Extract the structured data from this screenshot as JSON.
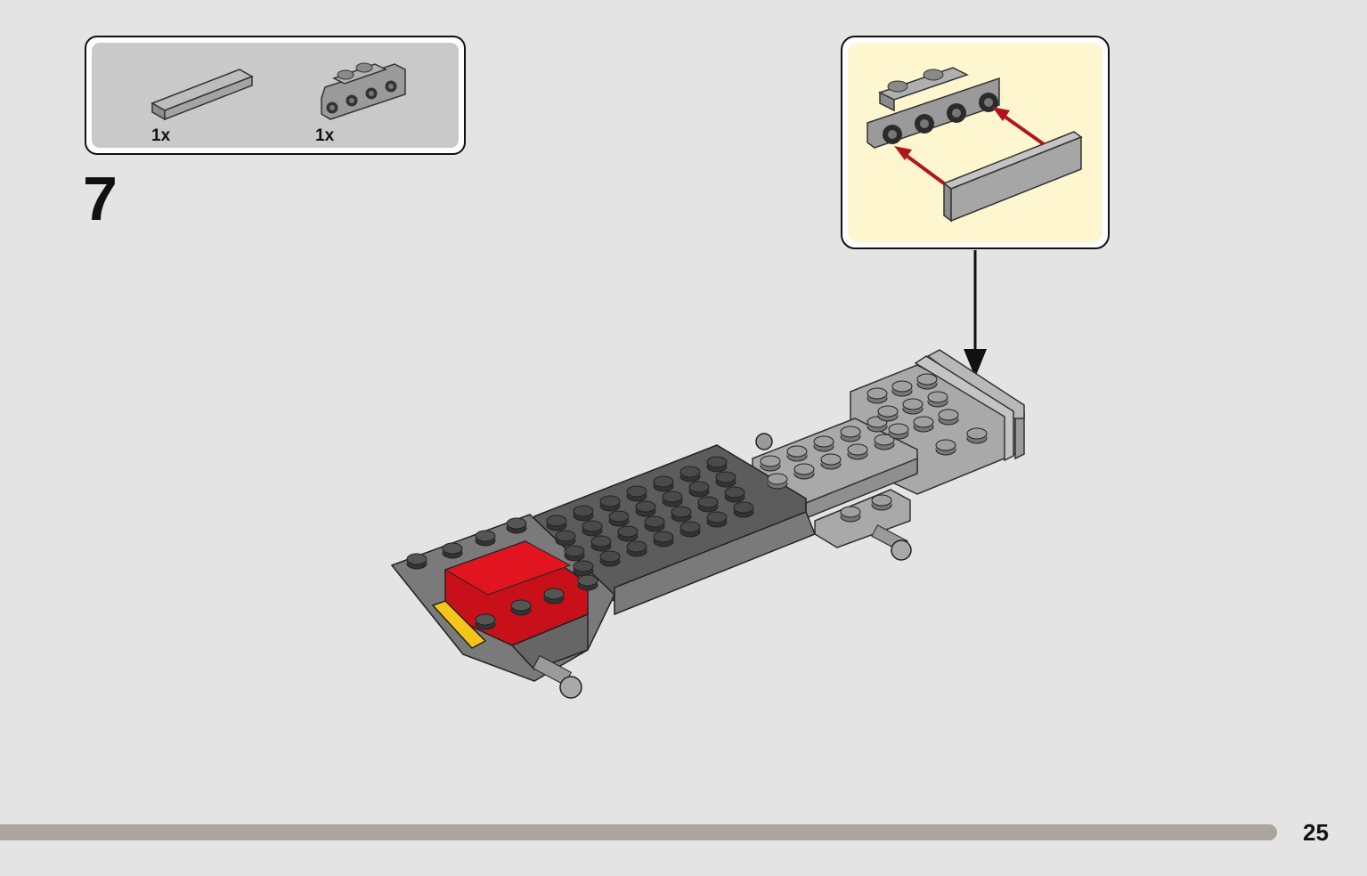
{
  "parts_list": {
    "items": [
      {
        "name": "tile-1x4",
        "quantity": "1x"
      },
      {
        "name": "bracket-plate",
        "quantity": "1x"
      }
    ]
  },
  "step": {
    "number": "7"
  },
  "page": {
    "number": "25"
  },
  "colors": {
    "background": "#e4e4e4",
    "parts_panel": "#c9c9c9",
    "callout_panel": "#fdf6cf",
    "dark_gray": "#5a5a5a",
    "light_gray": "#a9a9a9",
    "red": "#d0101a",
    "yellow": "#f5c518",
    "arrow_red": "#b3141c",
    "bottom_bar": "#aaa59f"
  }
}
